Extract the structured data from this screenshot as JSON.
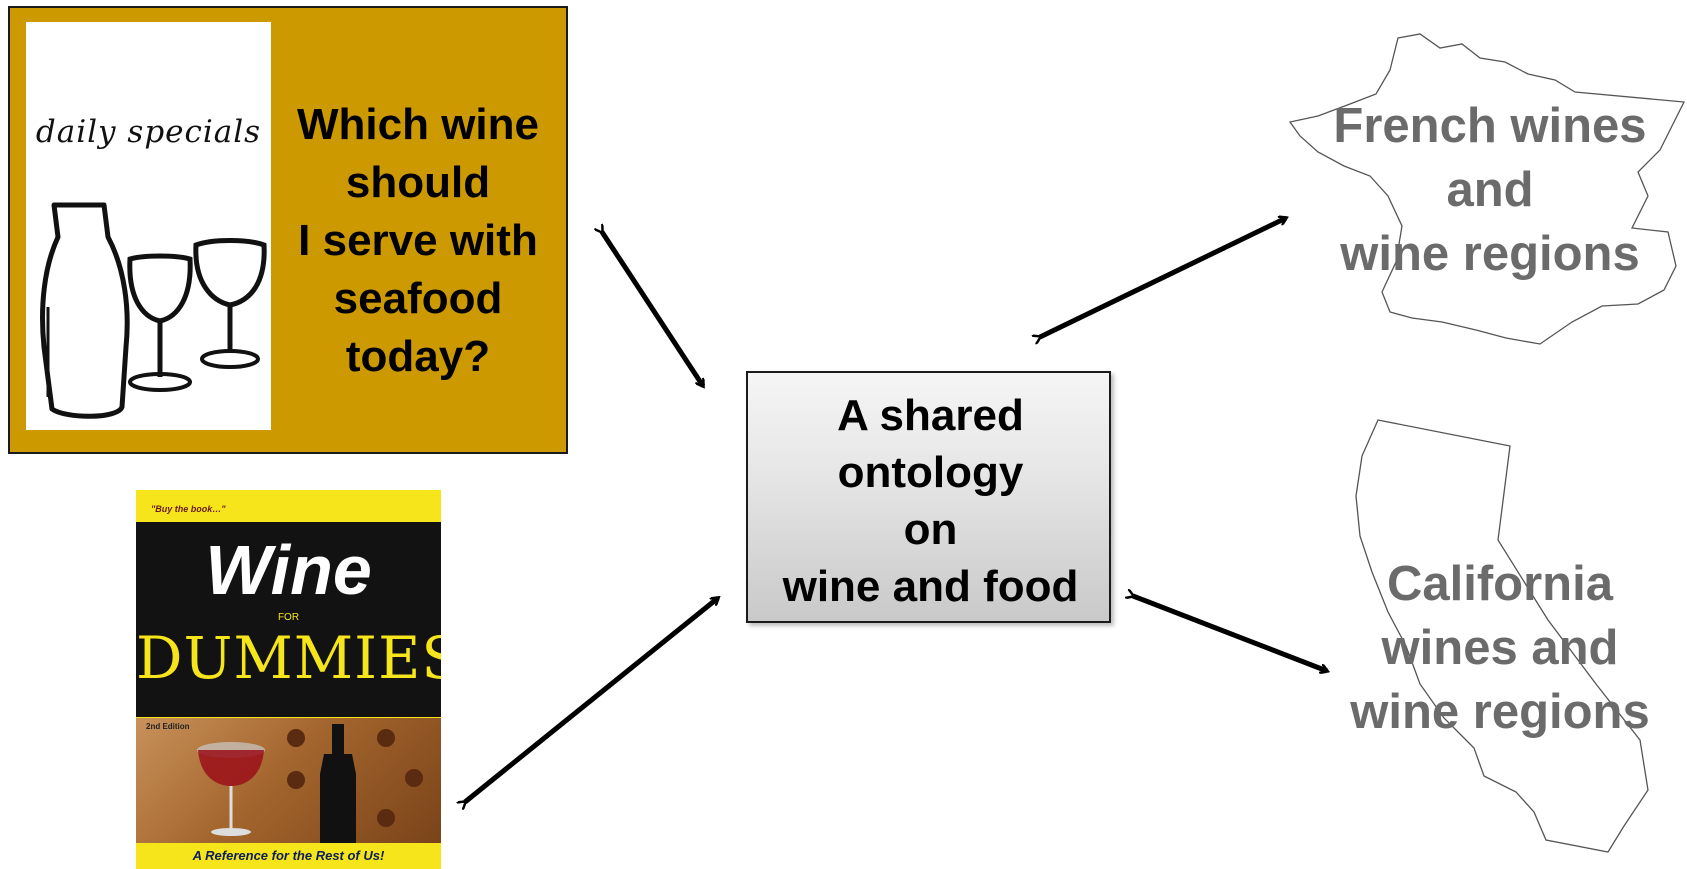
{
  "specials_panel": {
    "card_heading": "daily specials",
    "question_lines": [
      "Which wine",
      "should",
      "I serve with",
      "seafood",
      "today?"
    ]
  },
  "book": {
    "quote": "\"Buy the book…\"",
    "title": "Wine",
    "for_label": "FOR",
    "series": "DUMMIES",
    "edition": "2nd Edition",
    "tagline": "A Reference for the Rest of Us!"
  },
  "central": {
    "lines": [
      "A shared",
      "ontology",
      "on",
      "wine and food"
    ]
  },
  "french": {
    "lines": [
      "French wines",
      "and",
      "wine regions"
    ]
  },
  "california": {
    "lines": [
      "California",
      "wines and",
      "wine regions"
    ]
  },
  "colors": {
    "panel_gold": "#cc9900",
    "label_gray": "#6b6b6b",
    "book_yellow": "#f5e51a",
    "arrow": "#000000"
  }
}
